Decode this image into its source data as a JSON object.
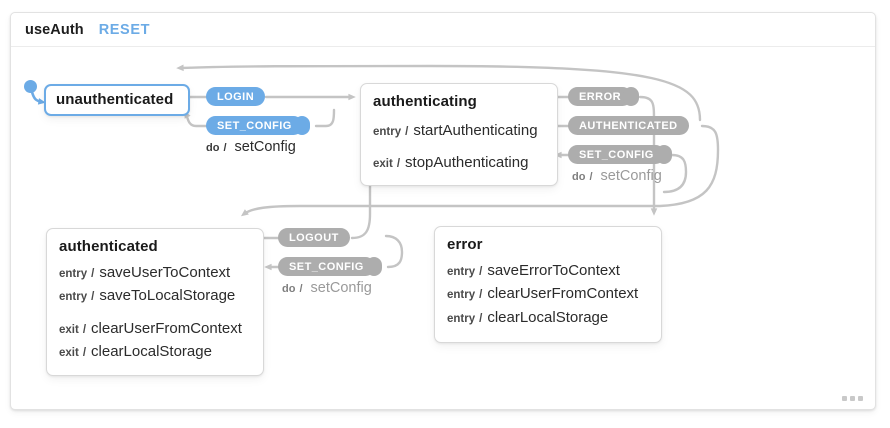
{
  "machine": {
    "title": "useAuth",
    "reset_label": "RESET",
    "overflow_menu": "…"
  },
  "colors": {
    "active_blue": "#6cabe6",
    "badge_gray": "#adadad",
    "edge_gray": "#c4c4c4",
    "state_border": "#d8d8d8",
    "text": "#1a1a1a"
  },
  "states": [
    {
      "id": "unauthenticated",
      "name": "unauthenticated",
      "active": true,
      "actions": []
    },
    {
      "id": "authenticating",
      "name": "authenticating",
      "active": false,
      "actions": [
        {
          "kind": "entry",
          "slash": "/",
          "name": "startAuthenticating"
        },
        {
          "kind": "exit",
          "slash": "/",
          "name": "stopAuthenticating"
        }
      ]
    },
    {
      "id": "authenticated",
      "name": "authenticated",
      "active": false,
      "actions": [
        {
          "kind": "entry",
          "slash": "/",
          "name": "saveUserToContext"
        },
        {
          "kind": "entry",
          "slash": "/",
          "name": "saveToLocalStorage"
        },
        {
          "kind": "exit",
          "slash": "/",
          "name": "clearUserFromContext"
        },
        {
          "kind": "exit",
          "slash": "/",
          "name": "clearLocalStorage"
        }
      ]
    },
    {
      "id": "error",
      "name": "error",
      "active": false,
      "actions": [
        {
          "kind": "entry",
          "slash": "/",
          "name": "saveErrorToContext"
        },
        {
          "kind": "entry",
          "slash": "/",
          "name": "clearUserFromContext"
        },
        {
          "kind": "entry",
          "slash": "/",
          "name": "clearLocalStorage"
        }
      ]
    }
  ],
  "events": [
    {
      "id": "login",
      "label": "LOGIN",
      "style": "blue",
      "bump": false
    },
    {
      "id": "set-config-unauth",
      "label": "SET_CONFIG",
      "style": "blue",
      "bump": true
    },
    {
      "id": "error",
      "label": "ERROR",
      "style": "gray",
      "bump": true
    },
    {
      "id": "authenticated",
      "label": "AUTHENTICATED",
      "style": "gray",
      "bump": false
    },
    {
      "id": "set-config-authing",
      "label": "SET_CONFIG",
      "style": "gray",
      "bump": true
    },
    {
      "id": "logout",
      "label": "LOGOUT",
      "style": "gray",
      "bump": false
    },
    {
      "id": "set-config-auth",
      "label": "SET_CONFIG",
      "style": "gray",
      "bump": true
    }
  ],
  "edge_labels": [
    {
      "id": "do-setconfig-unauth",
      "kind": "do",
      "slash": "/",
      "name": "setConfig"
    },
    {
      "id": "do-setconfig-authing",
      "kind": "do",
      "slash": "/",
      "name": "setConfig"
    },
    {
      "id": "do-setconfig-auth",
      "kind": "do",
      "slash": "/",
      "name": "setConfig"
    }
  ]
}
